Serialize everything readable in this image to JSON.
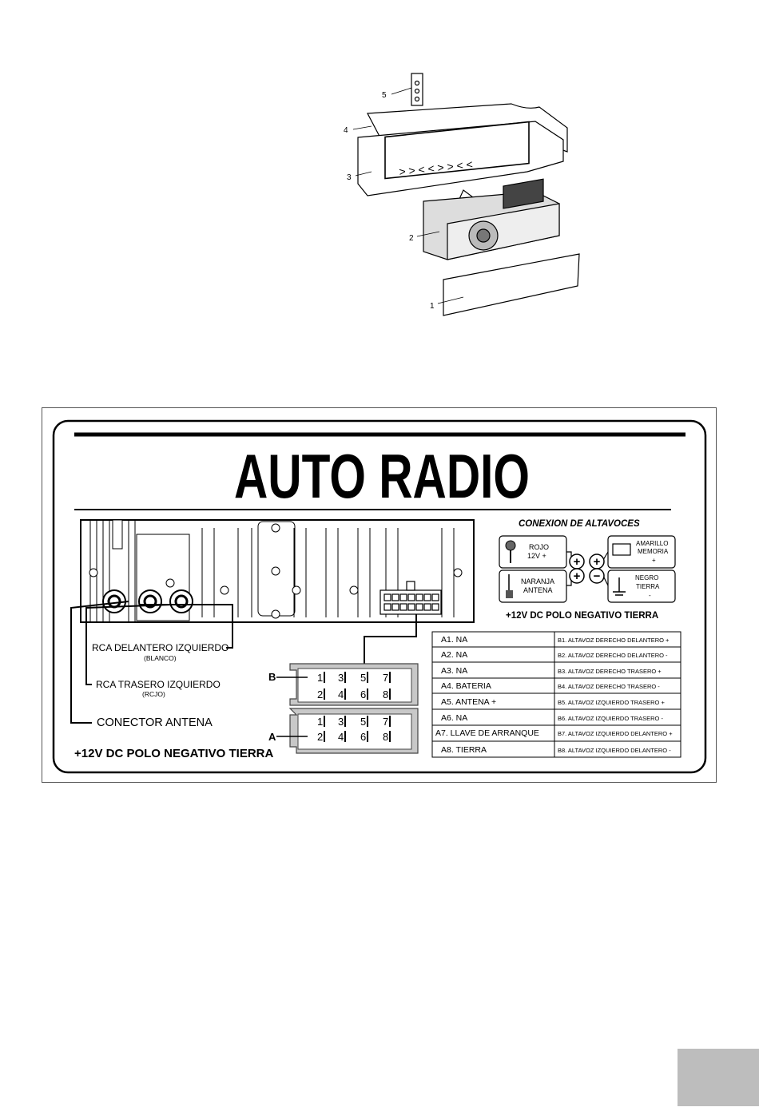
{
  "install": {
    "callouts": [
      "1",
      "2",
      "3",
      "4",
      "5"
    ]
  },
  "diagram": {
    "title": "AUTO RADIO",
    "speaker_heading": "CONEXION DE ALTAVOCES",
    "power_boxes": {
      "red_line1": "ROJO",
      "red_line2": "12V +",
      "yellow_line1": "AMARILLO",
      "yellow_line2": "MEMORIA",
      "yellow_line3": "+",
      "orange_line1": "NARANJA",
      "orange_line2": "ANTENA",
      "black_line1": "NEGRO",
      "black_line2": "TIERRA",
      "black_line3": "-",
      "plus": "+",
      "minus": "−"
    },
    "polarity_right": "+12V DC POLO NEGATIVO TIERRA",
    "polarity_left": "+12V DC POLO NEGATIVO TIERRA",
    "rca_front_label": "RCA DELANTERO IZQUIERDO",
    "rca_front_sub": "(BLANCO)",
    "rca_rear_label": "RCA TRASERO IZQUIERDO",
    "rca_rear_sub": "(RCJO)",
    "antenna_label": "CONECTOR ANTENA",
    "connector_b_label": "B",
    "connector_a_label": "A",
    "pins_top": [
      "1",
      "3",
      "5",
      "7"
    ],
    "pins_bottom": [
      "2",
      "4",
      "6",
      "8"
    ],
    "pin_table": [
      [
        "A1. NA",
        "B1. ALTAVOZ DERECHO DELANTERO +"
      ],
      [
        "A2. NA",
        "B2. ALTAVOZ DERECHO DELANTERO -"
      ],
      [
        "A3. NA",
        "B3. ALTAVOZ DERECHO TRASERO +"
      ],
      [
        "A4. BATERIA",
        "B4. ALTAVOZ DERECHO TRASERO -"
      ],
      [
        "A5. ANTENA +",
        "B5. ALTAVOZ IZQUIERDO TRASERO +"
      ],
      [
        "A6. NA",
        "B6. ALTAVOZ IZQUIERDO TRASERO -"
      ],
      [
        "A7. LLAVE DE ARRANQUE",
        "B7. ALTAVOZ IZQUIERDO DELANTERO +"
      ],
      [
        "A8. TIERRA",
        "B8. ALTAVOZ IZQUIERDO DELANTERO -"
      ]
    ]
  },
  "colors": {
    "ink": "#000000",
    "gray_fill": "#c8c8c8",
    "page_tab": "#bdbdbd"
  }
}
